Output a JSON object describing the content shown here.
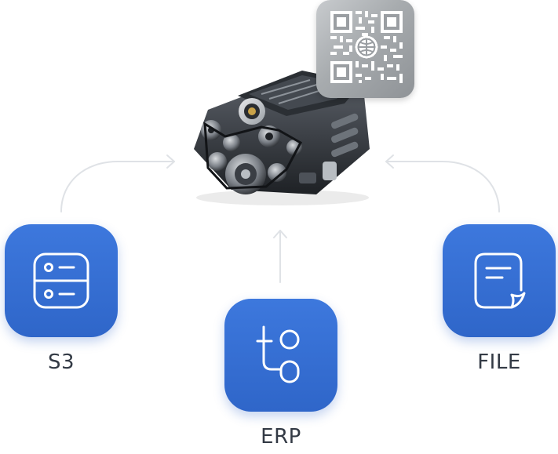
{
  "sources": {
    "s3": {
      "label": "S3",
      "icon": "storage-server-icon"
    },
    "erp": {
      "label": "ERP",
      "icon": "erp-logo-icon"
    },
    "file": {
      "label": "FILE",
      "icon": "document-icon"
    }
  },
  "target": {
    "icon": "engine-image",
    "tag_icon": "qr-code-icon"
  },
  "colors": {
    "tile": "#3174d6",
    "connector": "#dfe2e6",
    "label": "#333a45",
    "tag": "#a7abae"
  }
}
